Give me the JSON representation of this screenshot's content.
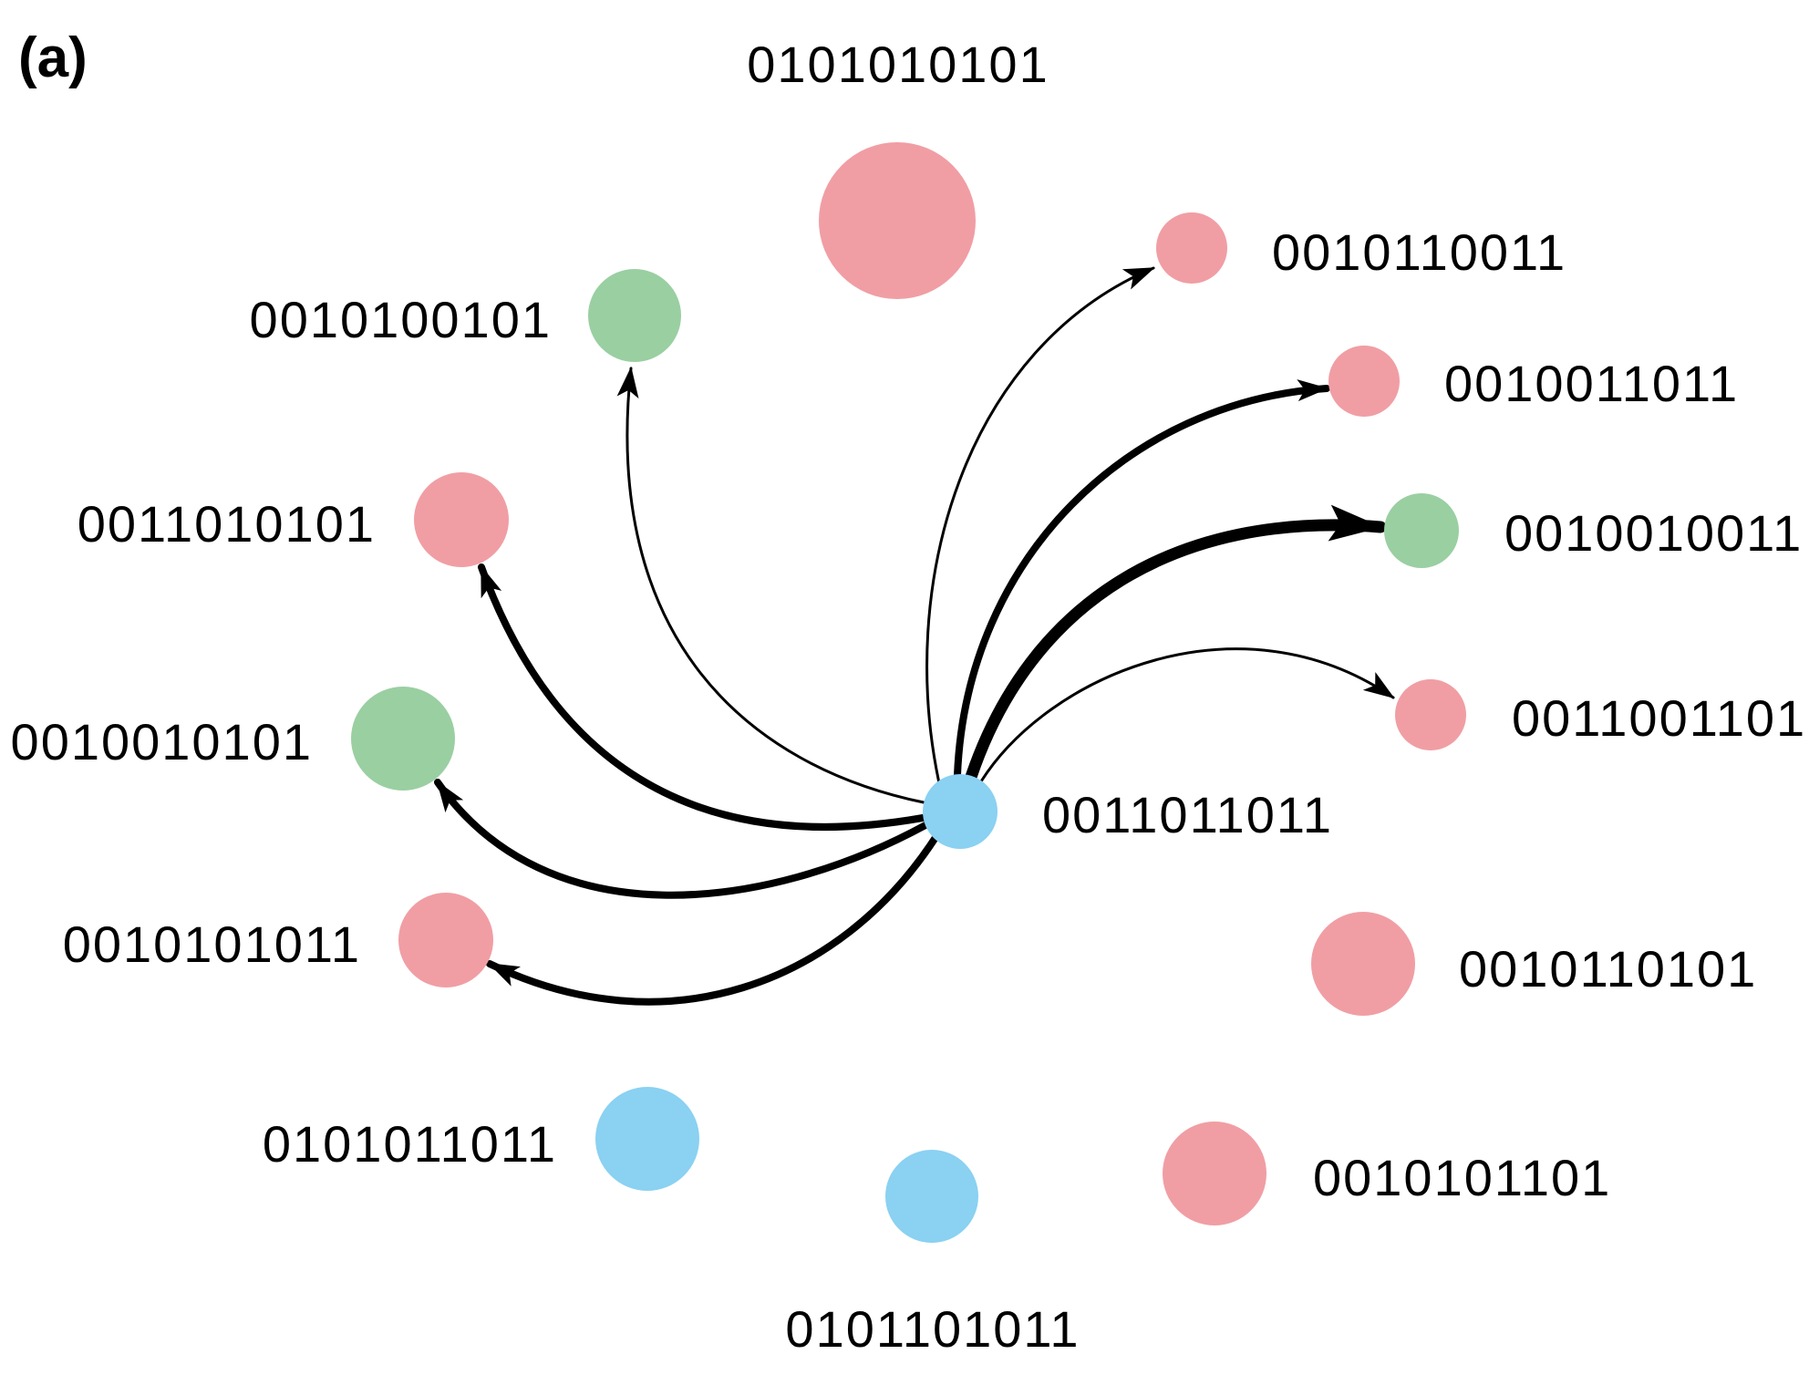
{
  "panel_label": "(a)",
  "colors": {
    "pink": "#f09ea4",
    "green": "#9acfa2",
    "blue": "#8ad1f2",
    "edge": "#000000"
  },
  "nodes": [
    {
      "id": "n0101010101",
      "label": "0101010101",
      "color": "pink"
    },
    {
      "id": "n0010110011",
      "label": "0010110011",
      "color": "pink"
    },
    {
      "id": "n0010100101",
      "label": "0010100101",
      "color": "green"
    },
    {
      "id": "n0010011011",
      "label": "0010011011",
      "color": "pink"
    },
    {
      "id": "n0011010101",
      "label": "0011010101",
      "color": "pink"
    },
    {
      "id": "n0010010011",
      "label": "0010010011",
      "color": "green"
    },
    {
      "id": "n0010010101",
      "label": "0010010101",
      "color": "green"
    },
    {
      "id": "n0011001101",
      "label": "0011001101",
      "color": "pink"
    },
    {
      "id": "n0011011011",
      "label": "0011011011",
      "color": "blue"
    },
    {
      "id": "n0010101011",
      "label": "0010101011",
      "color": "pink"
    },
    {
      "id": "n0010110101",
      "label": "0010110101",
      "color": "pink"
    },
    {
      "id": "n0101011011",
      "label": "0101011011",
      "color": "blue"
    },
    {
      "id": "n0010101101",
      "label": "0010101101",
      "color": "pink"
    },
    {
      "id": "n0101101011",
      "label": "0101101011",
      "color": "blue"
    }
  ],
  "edges": [
    {
      "source": "n0011011011",
      "target": "n0010110011"
    },
    {
      "source": "n0011011011",
      "target": "n0010011011"
    },
    {
      "source": "n0011011011",
      "target": "n0010010011"
    },
    {
      "source": "n0011011011",
      "target": "n0011001101"
    },
    {
      "source": "n0011011011",
      "target": "n0010100101"
    },
    {
      "source": "n0011011011",
      "target": "n0011010101"
    },
    {
      "source": "n0011011011",
      "target": "n0010010101"
    },
    {
      "source": "n0011011011",
      "target": "n0010101011"
    }
  ]
}
